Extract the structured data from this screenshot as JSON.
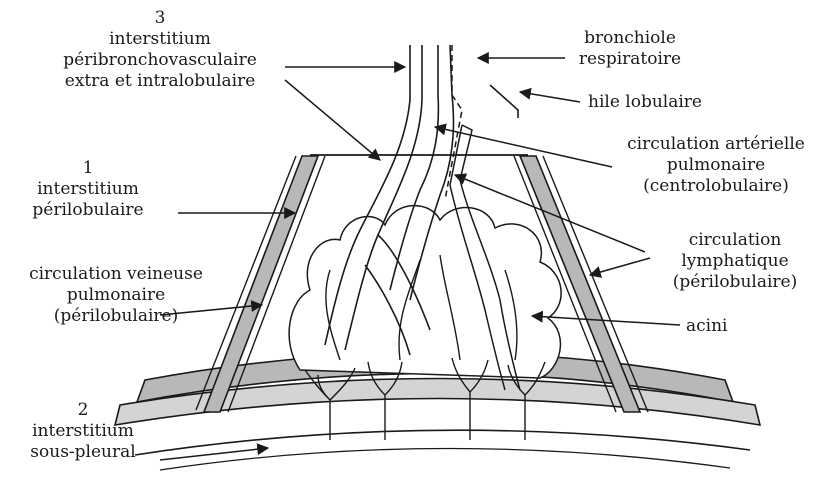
{
  "labels": {
    "peribroncho": {
      "number": "3",
      "line1": "interstitium",
      "line2": "péribronchovasculaire",
      "line3": "extra et intralobulaire"
    },
    "bronchiole": {
      "line1": "bronchiole",
      "line2": "respiratoire"
    },
    "hile": {
      "line1": "hile lobulaire"
    },
    "arterielle": {
      "line1": "circulation artérielle",
      "line2": "pulmonaire",
      "line3": "(centrolobulaire)"
    },
    "perilobulaire": {
      "number": "1",
      "line1": "interstitium",
      "line2": "périlobulaire"
    },
    "lymphatique": {
      "line1": "circulation",
      "line2": "lymphatique",
      "line3": "(périlobulaire)"
    },
    "veineuse": {
      "line1": "circulation veineuse",
      "line2": "pulmonaire",
      "line3": "(périlobulaire)"
    },
    "acini": {
      "line1": "acini"
    },
    "souspleural": {
      "number": "2",
      "line1": "interstitium",
      "line2": "sous-pleural"
    }
  },
  "colors": {
    "ink": "#1a1a1a",
    "septum_fill": "#b8b8b8",
    "background": "#ffffff"
  }
}
